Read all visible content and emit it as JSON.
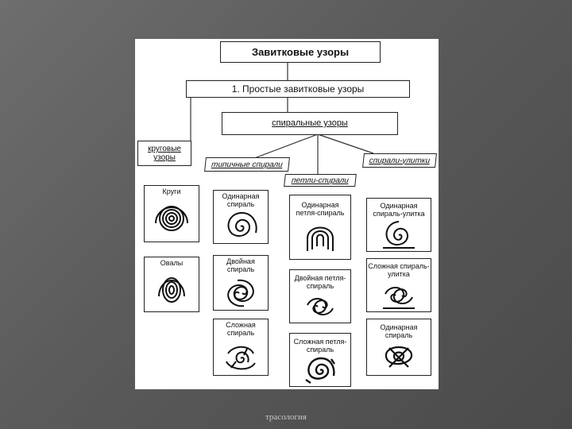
{
  "diagram": {
    "title": "Завитковые узоры",
    "level1": "1. Простые завитковые узоры",
    "spiral": "спиральные узоры",
    "categories": {
      "circular": "круговые узоры",
      "typical": "типичные спирали",
      "loop": "петли-спирали",
      "snail": "спирали-улитки"
    },
    "items": {
      "circles": "Круги",
      "ovals": "Овалы",
      "single_spiral": "Одинарная спираль",
      "double_spiral": "Двойная спираль",
      "complex_spiral": "Сложная спираль",
      "single_loop": "Одинарная петля-спираль",
      "double_loop": "Двойная петля-спираль",
      "complex_loop": "Сложная петля-спираль",
      "single_snail": "Одинарная спираль-улитка",
      "complex_snail": "Сложная спираль-улитка",
      "single_spiral_2": "Одинарная спираль"
    }
  },
  "footer": "трасология"
}
